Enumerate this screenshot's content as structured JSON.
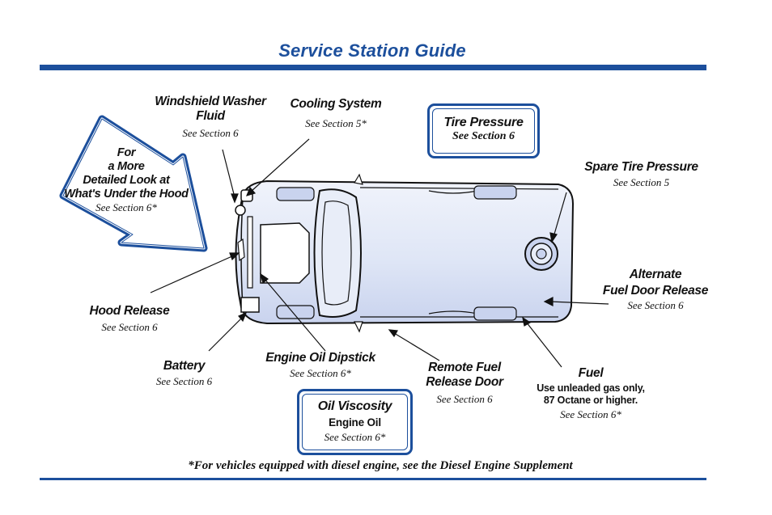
{
  "title": "Service Station Guide",
  "arrow_callout": {
    "lines": [
      "For",
      "a More",
      "Detailed Look at",
      "What's Under the Hood"
    ],
    "ref": "See Section 6*"
  },
  "labels": {
    "washer": {
      "heading": [
        "Windshield Washer",
        "Fluid"
      ],
      "ref": "See Section 6"
    },
    "cooling": {
      "heading": "Cooling System",
      "ref": "See Section 5*"
    },
    "tire_pressure": {
      "heading": "Tire Pressure",
      "ref": "See Section 6"
    },
    "spare_tire": {
      "heading": "Spare Tire Pressure",
      "ref": "See Section 5"
    },
    "alt_fuel_door": {
      "heading": [
        "Alternate",
        "Fuel Door Release"
      ],
      "ref": "See Section 6"
    },
    "hood_release": {
      "heading": "Hood Release",
      "ref": "See Section 6"
    },
    "battery": {
      "heading": "Battery",
      "ref": "See Section 6"
    },
    "dipstick": {
      "heading": "Engine Oil Dipstick",
      "ref": "See Section 6*"
    },
    "remote_fuel": {
      "heading": [
        "Remote Fuel",
        "Release Door"
      ],
      "ref": "See Section 6"
    },
    "fuel": {
      "heading": "Fuel",
      "lines": [
        "Use unleaded gas only,",
        "87 Octane or higher."
      ],
      "ref": "See Section 6*"
    },
    "oil_viscosity": {
      "heading": "Oil Viscosity",
      "sub": "Engine Oil",
      "ref": "See Section 6*"
    }
  },
  "footnote": "*For vehicles equipped with diesel engine, see the Diesel Engine Supplement",
  "colors": {
    "accent": "#1c4f9c",
    "car_fill": "#dfe6f6",
    "outline": "#111111"
  }
}
